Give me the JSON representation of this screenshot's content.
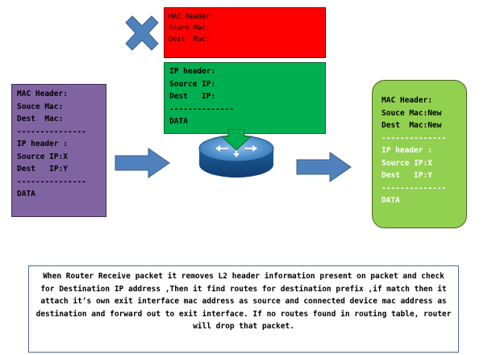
{
  "incoming_packet": {
    "lines": [
      "MAC Header:",
      "Souce Mac:",
      "Dest  Mac:",
      "---------------",
      "IP header :",
      "Source IP:X",
      "Dest   IP:Y",
      "---------------",
      "DATA"
    ]
  },
  "removed_l2_header": {
    "lines": [
      "MAC Header:",
      "",
      "Souce Mac:",
      "Dest  Mac:"
    ]
  },
  "ip_packet": {
    "lines": [
      "IP header:",
      "Source IP:",
      "Dest   IP:",
      "--------------",
      "DATA"
    ]
  },
  "outgoing_packet": {
    "lines": [
      "MAC Header:",
      "Souce Mac:New",
      "Dest  Mac:New",
      "--------------",
      "IP header :",
      "Source IP:X",
      "Dest   IP:Y",
      "--------------",
      "DATA"
    ]
  },
  "caption": {
    "text": "When Router Receive packet it removes L2 header information present on packet and check for Destination IP address ,Then it find routes for destination prefix ,if match then it attach it’s own exit interface mac address as source and connected device mac address as destination and forward out to exit interface. If no routes found in routing table, router will drop that packet."
  },
  "icons": {
    "drop": "x-mark-icon",
    "router": "router-icon",
    "arrows": "right-arrow-icon"
  },
  "colors": {
    "incoming_fill": "#8064a2",
    "removed_fill": "#ff0000",
    "ip_fill": "#00b050",
    "outgoing_fill": "#92d050",
    "arrow_fill": "#4f81bd",
    "router_fill": "#2e75b6",
    "drop_x": "#4f81bd"
  }
}
